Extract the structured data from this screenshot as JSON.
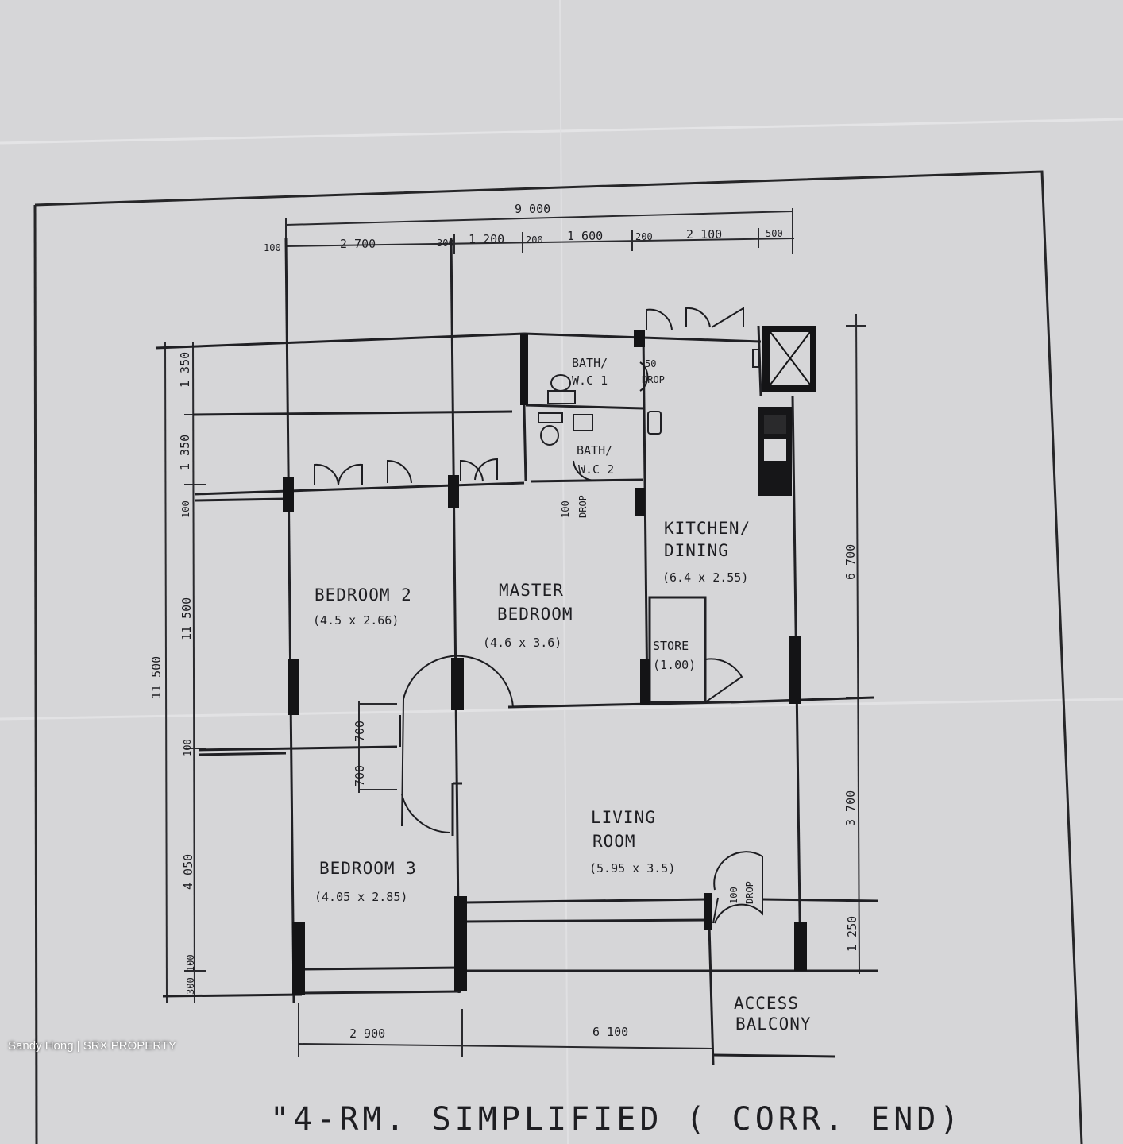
{
  "plan": {
    "title": "\"4-RM. SIMPLIFIED ( CORR. END)",
    "overall_width": "9 000",
    "top_dims": [
      "100",
      "2 700",
      "300",
      "1 200",
      "200",
      "1 600",
      "200",
      "2 100",
      "500"
    ],
    "bottom_dims": [
      "2 900",
      "6 100"
    ],
    "left_dims": [
      "1 350",
      "1 350",
      "100",
      "11 500",
      "100",
      "4 050",
      "300 100"
    ],
    "left_total": "11 500",
    "right_dims": [
      "6 700",
      "3 700",
      "1 250"
    ],
    "inner_dims": [
      "700",
      "700"
    ],
    "rooms": {
      "bath1": {
        "name_1": "BATH/",
        "name_2": "W.C 1"
      },
      "bath2": {
        "name_1": "BATH/",
        "name_2": "W.C 2"
      },
      "kitchen": {
        "name_1": "KITCHEN/",
        "name_2": "DINING",
        "size": "(6.4 x 2.55)"
      },
      "bedroom2": {
        "name": "BEDROOM 2",
        "size": "(4.5 x 2.66)"
      },
      "master": {
        "name_1": "MASTER",
        "name_2": "BEDROOM",
        "size": "(4.6 x 3.6)"
      },
      "store": {
        "name_1": "STORE",
        "name_2": "(1.00)"
      },
      "living": {
        "name_1": "LIVING",
        "name_2": "ROOM",
        "size": "(5.95 x 3.5)"
      },
      "bedroom3": {
        "name": "BEDROOM 3",
        "size": "(4.05 x 2.85)"
      },
      "balcony": {
        "name_1": "ACCESS",
        "name_2": "BALCONY"
      }
    },
    "notes": {
      "drop_label": "DROP",
      "drop_50": "50",
      "drop_100": "100"
    }
  },
  "watermark": "Sandy Hong | SRX PROPERTY"
}
